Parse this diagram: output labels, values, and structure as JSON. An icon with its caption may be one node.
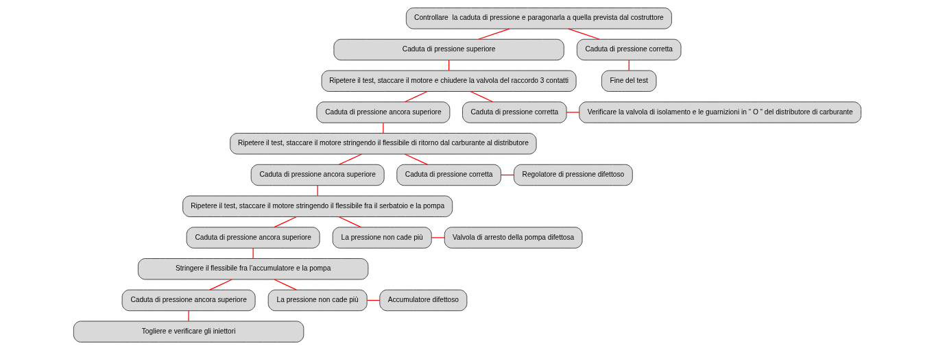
{
  "diagram": {
    "nodes": [
      {
        "text": [
          "Controllare  la caduta di pressione e paragonarla a quella prevista dal costruttore"
        ]
      },
      {
        "text": [
          "Caduta di pressione superiore"
        ]
      },
      {
        "text": [
          "Caduta di pressione corretta"
        ]
      },
      {
        "text": [
          "Fine del test"
        ]
      },
      {
        "text": [
          "Ripetere il test, staccare il motore e chiudere la valvola del raccordo 3 contatti"
        ]
      },
      {
        "text": [
          "Caduta di pressione ancora superiore"
        ]
      },
      {
        "text": [
          "Caduta di pressione corretta"
        ]
      },
      {
        "text": [
          "Verificare la valvola di isolamento e le guarnizioni in “ O ” del distributore di carburante"
        ]
      },
      {
        "text": [
          "Ripetere il test, staccare il motore stringendo il flessibile di ritorno dal carburante al distributore"
        ]
      },
      {
        "text": [
          "Caduta di pressione ancora superiore"
        ]
      },
      {
        "text": [
          "Caduta di pressione corretta"
        ]
      },
      {
        "text": [
          "Regolatore di pressione difettoso"
        ]
      },
      {
        "text": [
          "Ripetere il test, staccare il motore stringendo il flessibile fra il serbatoio e la pompa"
        ]
      },
      {
        "text": [
          "Caduta di pressione ancora superiore"
        ]
      },
      {
        "text": [
          "La pressione non cade più"
        ]
      },
      {
        "text": [
          "Valvola di arresto della pompa difettosa"
        ]
      },
      {
        "text": [
          "Stringere il flessibile fra l’accumulatore e la pompa"
        ]
      },
      {
        "text": [
          "Caduta di pressione ancora superiore"
        ]
      },
      {
        "text": [
          "La pressione non cade più"
        ]
      },
      {
        "text": [
          "Accumulatore difettoso"
        ]
      },
      {
        "text": [
          "Togliere e verificare gli iniettori"
        ]
      }
    ],
    "edges": [
      {
        "from": 0,
        "to": 1,
        "arrow": "none"
      },
      {
        "from": 0,
        "to": 2,
        "arrow": "none"
      },
      {
        "from": 2,
        "to": 3,
        "arrow": "none"
      },
      {
        "from": 1,
        "to": 4,
        "arrow": "none"
      },
      {
        "from": 4,
        "to": 5,
        "arrow": "none"
      },
      {
        "from": 4,
        "to": 6,
        "arrow": "none"
      },
      {
        "from": 6,
        "to": 7,
        "arrow": "none"
      },
      {
        "from": 5,
        "to": 8,
        "arrow": "none"
      },
      {
        "from": 8,
        "to": 9,
        "arrow": "none"
      },
      {
        "from": 8,
        "to": 10,
        "arrow": "none"
      },
      {
        "from": 10,
        "to": 11,
        "arrow": "none"
      },
      {
        "from": 9,
        "to": 12,
        "arrow": "none"
      },
      {
        "from": 12,
        "to": 13,
        "arrow": "none"
      },
      {
        "from": 12,
        "to": 14,
        "arrow": "none"
      },
      {
        "from": 14,
        "to": 15,
        "arrow": "none"
      },
      {
        "from": 13,
        "to": 16,
        "arrow": "none"
      },
      {
        "from": 16,
        "to": 17,
        "arrow": "none"
      },
      {
        "from": 16,
        "to": 18,
        "arrow": "none"
      },
      {
        "from": 18,
        "to": 19,
        "arrow": "none"
      },
      {
        "from": 17,
        "to": 20,
        "arrow": "none"
      }
    ]
  }
}
